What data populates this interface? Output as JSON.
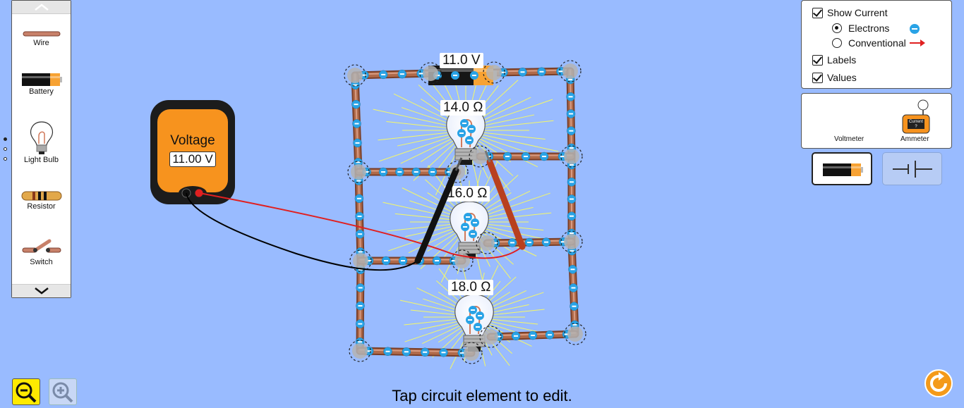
{
  "toolbox": {
    "items": [
      {
        "label": "Wire",
        "icon": "wire-icon"
      },
      {
        "label": "Battery",
        "icon": "battery-icon"
      },
      {
        "label": "Light Bulb",
        "icon": "light-bulb-icon"
      },
      {
        "label": "Resistor",
        "icon": "resistor-icon"
      },
      {
        "label": "Switch",
        "icon": "switch-icon"
      }
    ]
  },
  "options": {
    "show_current": "Show Current",
    "electrons": "Electrons",
    "conventional": "Conventional",
    "labels": "Labels",
    "values": "Values",
    "show_current_checked": true,
    "electrons_selected": true,
    "labels_checked": true,
    "values_checked": true
  },
  "meters": {
    "voltmeter": "Voltmeter",
    "ammeter": "Ammeter",
    "ammeter_face_text": "Current",
    "ammeter_face_value": "?"
  },
  "voltmeter": {
    "title": "Voltage",
    "reading": "11.00 V"
  },
  "circuit": {
    "battery_value": "11.0 V",
    "bulbs": [
      "14.0 Ω",
      "16.0 Ω",
      "18.0 Ω"
    ]
  },
  "hint": "Tap circuit element to edit.",
  "colors": {
    "background": "#99bbff",
    "wire": "#b06a4a",
    "electron": "#29a3e6",
    "meter_body": "#f7931e",
    "probe_red": "#e02020",
    "zoom_active": "#ffea00",
    "reset": "#f49a1a"
  }
}
